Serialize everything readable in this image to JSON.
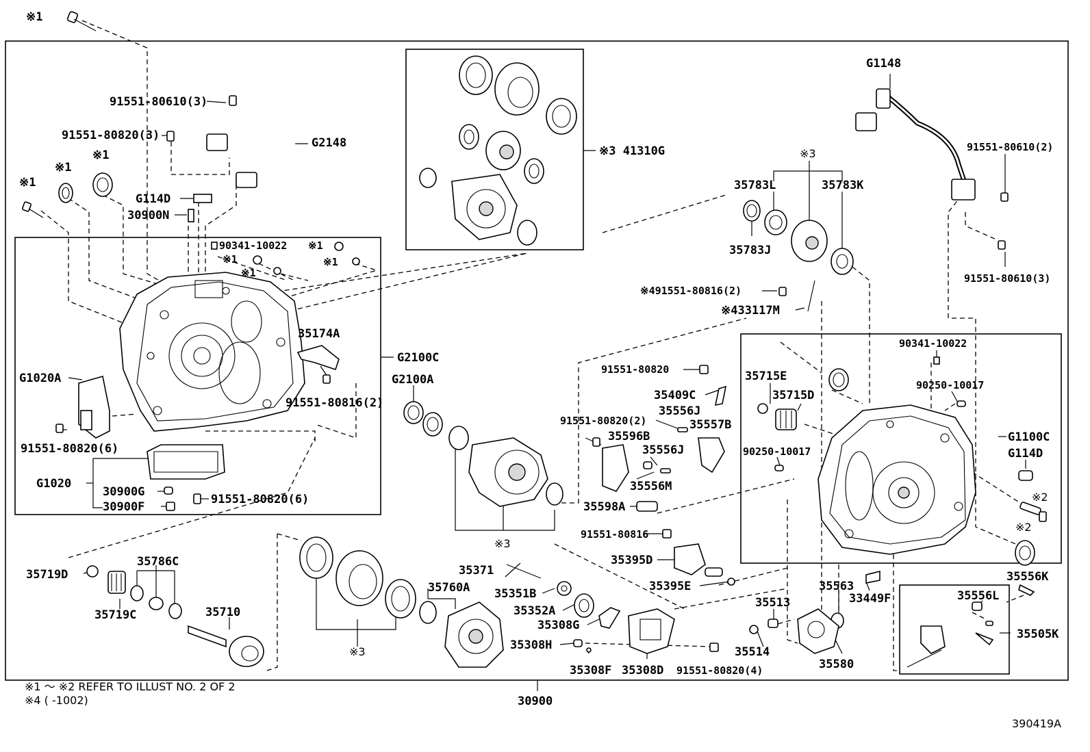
{
  "diagram": {
    "id_label": "390419A",
    "notes": [
      "※1 ～ ※2 REFER TO ILLUST NO. 2 OF 2",
      "※4 (       -1002)"
    ],
    "labels": [
      "※1",
      "91551-80610(3)",
      "91551-80820(3)",
      "G2148",
      "※1",
      "※1",
      "※1",
      "G114D",
      "30900N",
      "90341-10022",
      "※1",
      "※1",
      "※1",
      "※1",
      "35174A",
      "G2100C",
      "G1020A",
      "91551-80816(2)",
      "91551-80820(6)",
      "G1020",
      "30900G",
      "30900F",
      "91551-80820(6)",
      "※3 41310G",
      "G2100A",
      "※3",
      "35719D",
      "35786C",
      "35719C",
      "35710",
      "※3",
      "35760A",
      "35371",
      "35351B",
      "35352A",
      "35308G",
      "35308H",
      "35308F",
      "35308D",
      "91551-80820(4)",
      "G1148",
      "91551-80610(2)",
      "91551-80610(3)",
      "※3",
      "35783L",
      "35783K",
      "35783J",
      "※491551-80816(2)",
      "※433117M",
      "91551-80820",
      "35409C",
      "35556J",
      "35557B",
      "91551-80820(2)",
      "35596B",
      "35556J",
      "35556M",
      "35598A",
      "91551-80816",
      "35395D",
      "35395E",
      "35715E",
      "35715D",
      "90341-10022",
      "90250-10017",
      "90250-10017",
      "G1100C",
      "G114D",
      "※2",
      "※2",
      "35556K",
      "35556L",
      "35505K",
      "35563",
      "33449F",
      "35513",
      "35514",
      "35580",
      "30900"
    ]
  }
}
